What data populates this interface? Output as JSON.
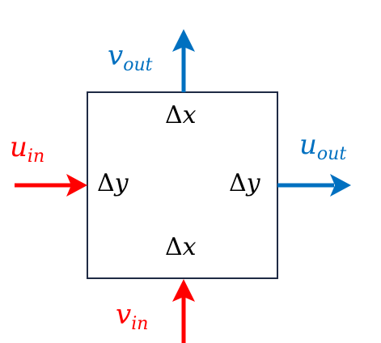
{
  "diagram": {
    "colors": {
      "inflow": "#ff0000",
      "outflow": "#0070c0",
      "box": "#1f2a44",
      "text": "#000000"
    },
    "cell": {
      "top_label": {
        "delta": "Δ",
        "var": "x"
      },
      "bottom_label": {
        "delta": "Δ",
        "var": "x"
      },
      "left_label": {
        "delta": "Δ",
        "var": "y"
      },
      "right_label": {
        "delta": "Δ",
        "var": "y"
      }
    },
    "flows": {
      "u_in": {
        "symbol": "u",
        "sub": "in"
      },
      "u_out": {
        "symbol": "u",
        "sub": "out"
      },
      "v_in": {
        "symbol": "v",
        "sub": "in"
      },
      "v_out": {
        "symbol": "v",
        "sub": "out"
      }
    }
  }
}
